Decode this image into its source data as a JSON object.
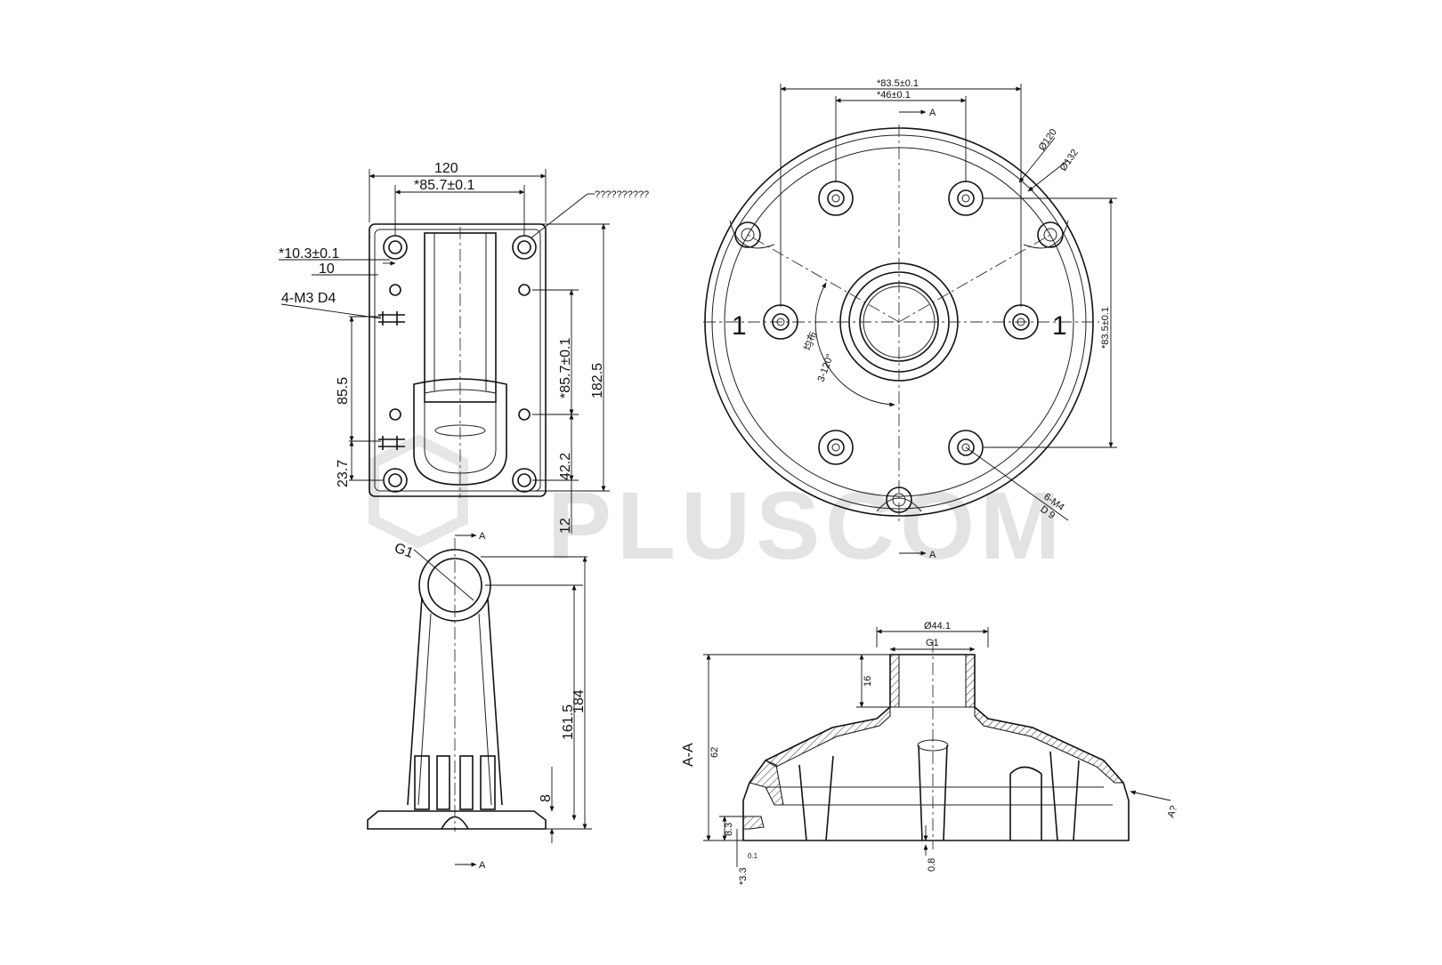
{
  "watermark": {
    "brand": "PLUSCOM"
  },
  "views": {
    "plate": {
      "dims": {
        "width": "120",
        "hole_spacing": "*85.7±0.1",
        "callout": "??????????",
        "offset": "*10.3±0.1",
        "offset2": "10",
        "thread": "4-M3 D4",
        "height_left": "85.5",
        "small_left": "23.7",
        "hole_spacing_v": "*85.7±0.1",
        "height": "182.5",
        "bottom": "42.2",
        "twelve": "12"
      }
    },
    "round": {
      "dims": {
        "outer_spacing": "*83.5±0.1",
        "inner_spacing": "*46±0.1",
        "section_top": "A",
        "section_bottom": "A",
        "dia120": "Ø120",
        "dia132": "Ø132",
        "vertical_spacing": "*83.5±0.1",
        "angle_label": "均布",
        "angle": "3-120°",
        "mark_left": "1",
        "mark_right": "1",
        "thread": "6-M4",
        "depth": "D 9"
      }
    },
    "side": {
      "dims": {
        "thread": "G1",
        "h1": "161.5",
        "h2": "184",
        "base": "8",
        "section_top": "A",
        "section_bottom": "A"
      }
    },
    "section": {
      "title": "A-A",
      "dims": {
        "dia": "Ø44.1",
        "thread": "G1",
        "sixteen": "16",
        "sixtytwo": "62",
        "eight3": "8.3",
        "three3": "*3.3",
        "tol": "0.1",
        "zero8": "0.8",
        "a_note": "A?"
      }
    }
  }
}
